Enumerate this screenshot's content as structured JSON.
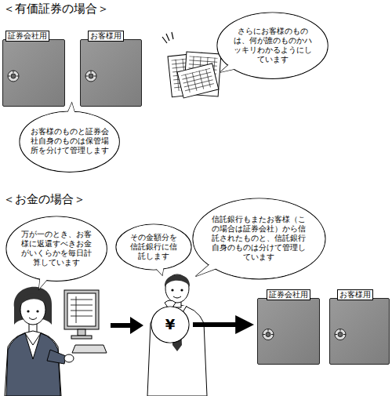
{
  "diagram": {
    "nodes": [
      {
        "text": [
          "証券会社用"
        ]
      },
      {
        "text": [
          "お客様用"
        ]
      },
      {
        "text": [
          "さらにお客様のものは、何が誰のものかハッキリわかるようにしています"
        ]
      },
      {
        "text": [
          "お客様のものと証券会社自身のものは保管場所を分けて管理します"
        ]
      },
      {
        "text": [
          "万が一のとき、お客様に返還すべきお金がいくらかを毎日計算しています"
        ]
      },
      {
        "text": [
          "その金額分を信託銀行に信託します"
        ]
      },
      {
        "text": [
          "信託銀行もまたお客様（この場合は証券会社）から信託されたものと、信託銀行自身のものは分けて管理しています"
        ]
      },
      {
        "text": [
          "¥"
        ]
      },
      {
        "text": [
          "証券会社用"
        ]
      },
      {
        "text": [
          "お客様用"
        ]
      }
    ],
    "edges": [
      {
        "from": 7,
        "to": 8,
        "arrow": "to"
      }
    ],
    "labels": [
      "＜有価証券の場合＞",
      "＜お金の場合＞"
    ]
  }
}
